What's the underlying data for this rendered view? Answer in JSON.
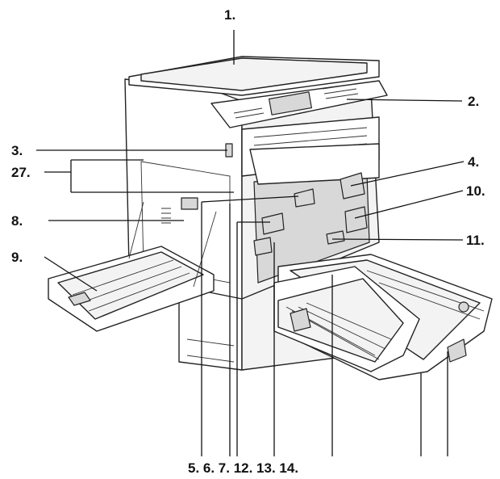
{
  "labels": {
    "l1": "1.",
    "l2": "2.",
    "l3": "3.",
    "l27": "27.",
    "l8": "8.",
    "l9": "9.",
    "l4": "4.",
    "l10": "10.",
    "l11": "11.",
    "bottom": "5. 6. 7. 12. 13. 14."
  }
}
